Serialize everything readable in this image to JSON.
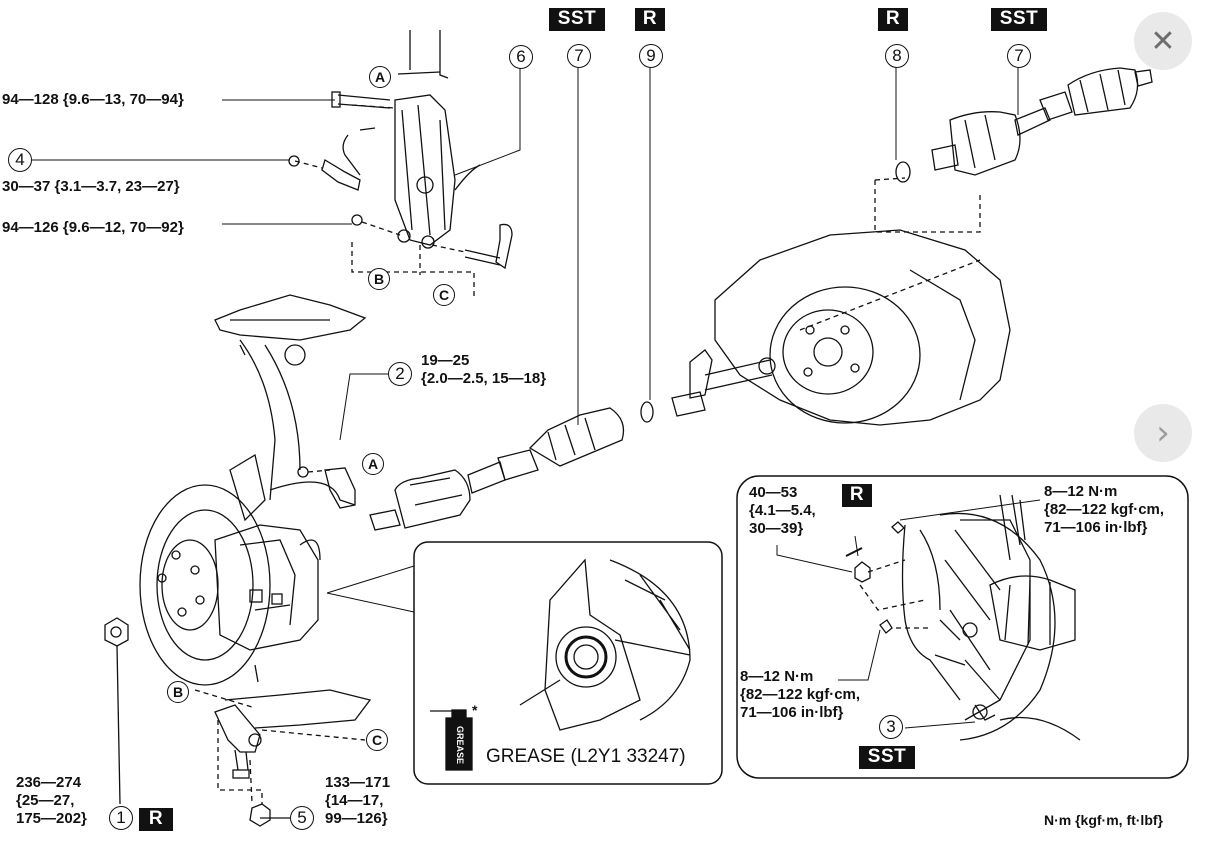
{
  "torques": {
    "t1": "94—128 {9.6—13, 70—94}",
    "t2": "30—37 {3.1—3.7, 23—27}",
    "t3": "94—126 {9.6—12, 70—92}",
    "t4": "19—25\n{2.0—2.5, 15—18}",
    "t5": "236—274\n{25—27,\n175—202}",
    "t6": "133—171\n{14—17,\n99—126}",
    "t7": "40—53\n{4.1—5.4,\n30—39}",
    "t8": "8—12 N·m\n{82—122 kgf·cm,\n71—106 in·lbf}",
    "t9": "8—12 N·m\n{82—122 kgf·cm,\n71—106 in·lbf}"
  },
  "callouts": {
    "c1": "1",
    "c2": "2",
    "c3": "3",
    "c4": "4",
    "c5": "5",
    "c6": "6",
    "c7a": "7",
    "c7b": "7",
    "c8": "8",
    "c9": "9"
  },
  "letters": {
    "a1": "A",
    "a2": "A",
    "b1": "B",
    "b2": "B",
    "c1": "C",
    "c2": "C"
  },
  "tags": {
    "sst1": "SST",
    "sst2": "SST",
    "sst3": "SST",
    "r1": "R",
    "r2": "R",
    "r3": "R",
    "r4": "R"
  },
  "grease": {
    "label": "GREASE (L2Y1 33247)",
    "can_text": "GREASE",
    "mark": "*"
  },
  "units": "N·m {kgf·m, ft·lbf}",
  "controls": {
    "close_glyph": "✕",
    "next_glyph": "›"
  }
}
